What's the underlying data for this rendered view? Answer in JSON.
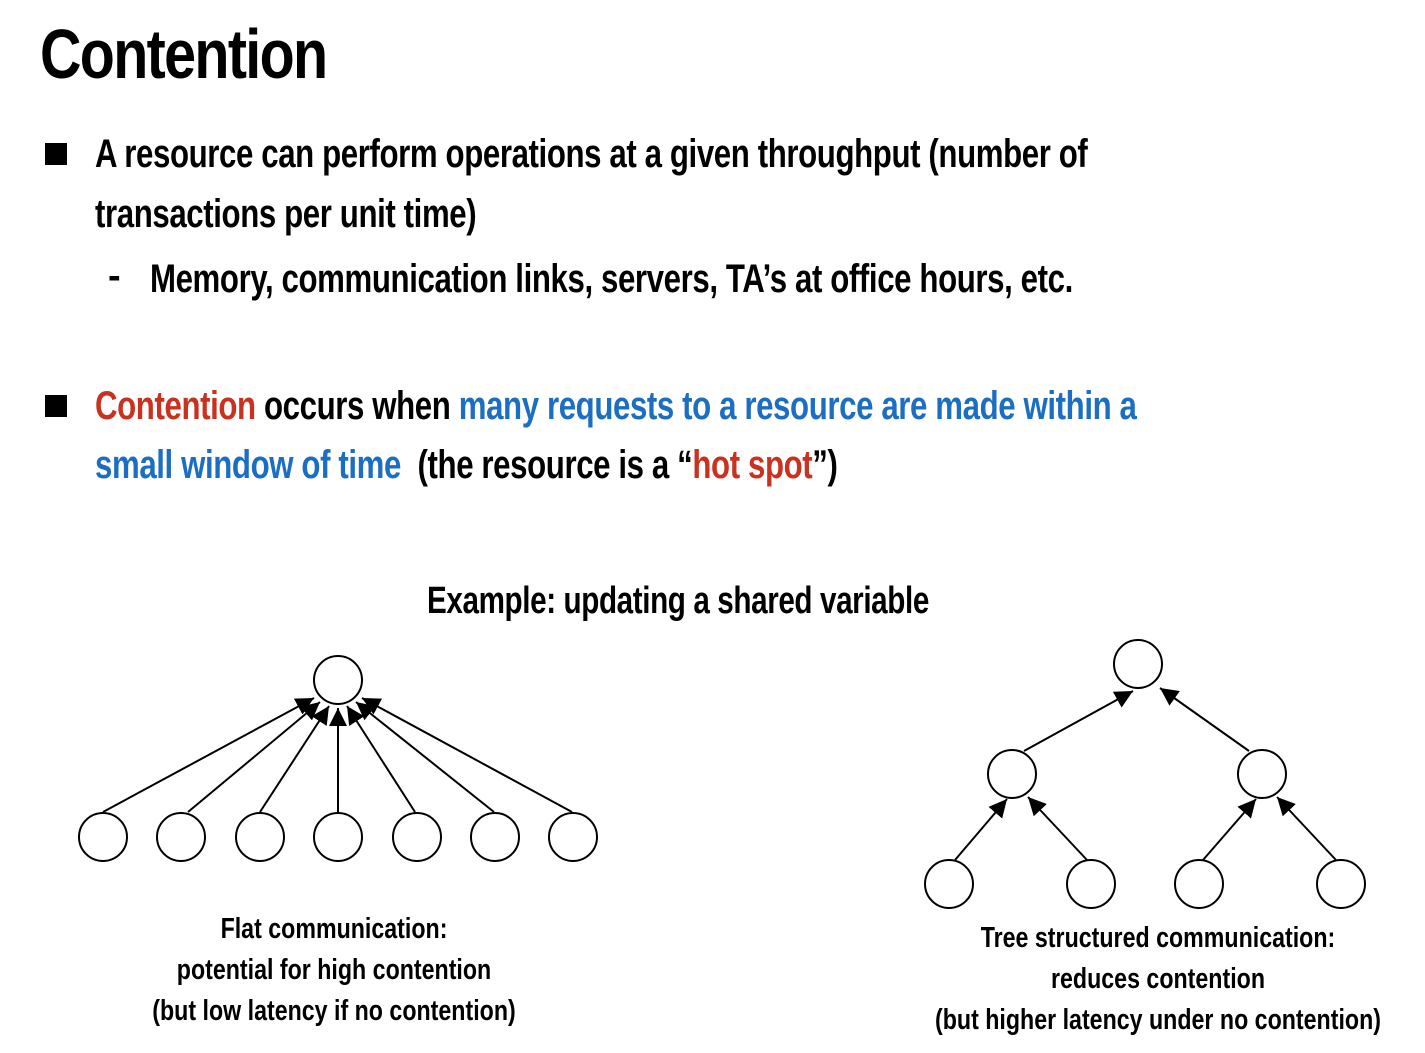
{
  "title": "Contention",
  "bullets": [
    {
      "line1": "A resource can perform operations at a given throughput (number of",
      "line2": "transactions per unit time)",
      "sub": "Memory, communication links, servers, TA’s at office hours, etc."
    },
    {
      "term": "Contention",
      "middle": " occurs when ",
      "highlight1": "many requests to a resource are made within a",
      "highlight2": "small window of time",
      "tail_start": "  (the resource is a “",
      "hot": "hot spot",
      "tail_end": "”)"
    }
  ],
  "example_heading": "Example: updating a shared variable",
  "flat_caption": {
    "line1": "Flat communication:",
    "line2": "potential for high contention",
    "line3": "(but low latency if no contention)"
  },
  "tree_caption": {
    "line1": "Tree structured communication:",
    "line2": "reduces contention",
    "line3": "(but higher latency under no contention)"
  },
  "colors": {
    "red": "#c8321e",
    "blue": "#1b6ec2"
  },
  "diagrams": {
    "flat": {
      "root_count": 1,
      "leaf_count": 7
    },
    "tree": {
      "levels": [
        1,
        2,
        4
      ]
    }
  }
}
